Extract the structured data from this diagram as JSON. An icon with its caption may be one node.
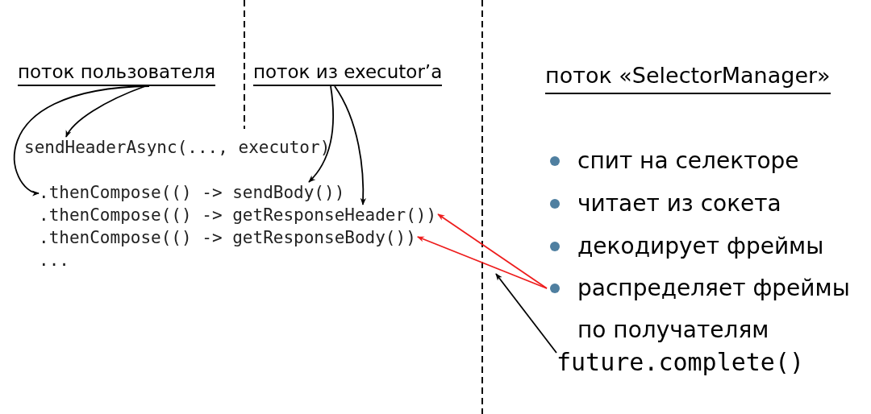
{
  "diagram": {
    "nodes": [
      {
        "text": [
          "поток пользователя"
        ]
      },
      {
        "text": [
          "поток из executor’a"
        ]
      },
      {
        "text": [
          "поток «SelectorManager»"
        ]
      },
      {
        "text": [
          "sendHeaderAsync(..., executor)"
        ]
      },
      {
        "text": [
          ".thenCompose(() -> sendBody())"
        ]
      },
      {
        "text": [
          ".thenCompose(() -> getResponseHeader())"
        ]
      },
      {
        "text": [
          ".thenCompose(() -> getResponseBody())"
        ]
      },
      {
        "text": [
          "распределяет фреймы по получателям"
        ]
      },
      {
        "text": [
          "future.complete()"
        ]
      }
    ],
    "edges": [
      {
        "from": 0,
        "to": 3,
        "arrow": "to"
      },
      {
        "from": 0,
        "to": 4,
        "arrow": "to"
      },
      {
        "from": 1,
        "to": 4,
        "arrow": "to"
      },
      {
        "from": 1,
        "to": 5,
        "arrow": "to"
      },
      {
        "from": 7,
        "to": 5,
        "arrow": "to",
        "color": "#ee1c1c"
      },
      {
        "from": 7,
        "to": 6,
        "arrow": "to",
        "color": "#ee1c1c"
      },
      {
        "from": 8,
        "to": null,
        "arrow": "to"
      }
    ],
    "labels": [
      "...",
      "спит на селекторе",
      "читает из сокета",
      "декодирует фреймы"
    ]
  }
}
